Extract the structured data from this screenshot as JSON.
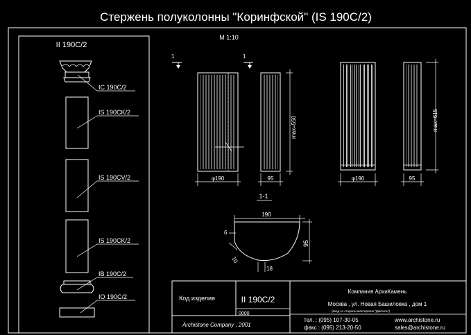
{
  "title": "Стержень полуколонны \"Коринфской\"  (IS 190C/2)",
  "scale": "M 1:10",
  "left_panel": {
    "header": "II 190C/2",
    "labels": [
      "IC 190C/2",
      "IS 190CK/2",
      "IS 190CV/2",
      "IS 190CK/2",
      "IB 190C/2",
      "IO 190C/2"
    ]
  },
  "views": {
    "section_mark": "1",
    "height_short": "max=550",
    "height_tall": "max=615",
    "dia_1": "φ190",
    "depth_1": "95",
    "dia_2": "φ190",
    "depth_2": "95"
  },
  "section": {
    "label": "1-1",
    "width": "190",
    "depth": "95",
    "dim_6": "6",
    "dim_10": "10",
    "dim_18": "18"
  },
  "title_block": {
    "code_label": "Код изделия",
    "code_value": "II 190C/2",
    "code_small": "0000",
    "company": "Компания АрхиКамень",
    "address": "Москва , ул. Новая Башиловка , дом 1",
    "address_note": "(вход со стороны мастерских \"Дактиль\")",
    "tel": "тел.  :  (095) 107-30-05",
    "fax": "факс : (095) 213-20-50",
    "web": "www.archistone.ru",
    "email": "sales@archistone.ru",
    "footer": "Archistone  Company ,  2001"
  }
}
